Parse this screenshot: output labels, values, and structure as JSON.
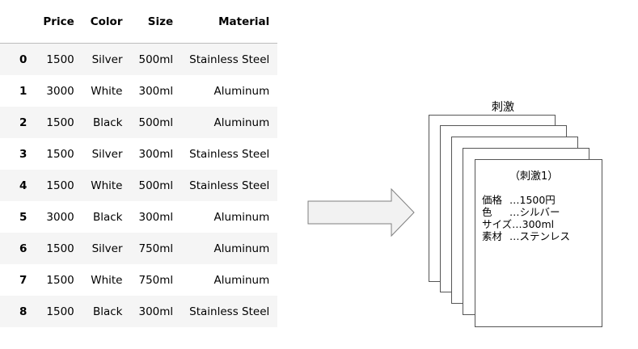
{
  "table": {
    "columns": [
      "",
      "Price",
      "Color",
      "Size",
      "Material"
    ],
    "rows": [
      {
        "index": "0",
        "price": "1500",
        "color": "Silver",
        "size": "500ml",
        "material": "Stainless Steel"
      },
      {
        "index": "1",
        "price": "3000",
        "color": "White",
        "size": "300ml",
        "material": "Aluminum"
      },
      {
        "index": "2",
        "price": "1500",
        "color": "Black",
        "size": "500ml",
        "material": "Aluminum"
      },
      {
        "index": "3",
        "price": "1500",
        "color": "Silver",
        "size": "300ml",
        "material": "Stainless Steel"
      },
      {
        "index": "4",
        "price": "1500",
        "color": "White",
        "size": "500ml",
        "material": "Stainless Steel"
      },
      {
        "index": "5",
        "price": "3000",
        "color": "Black",
        "size": "300ml",
        "material": "Aluminum"
      },
      {
        "index": "6",
        "price": "1500",
        "color": "Silver",
        "size": "750ml",
        "material": "Aluminum"
      },
      {
        "index": "7",
        "price": "1500",
        "color": "White",
        "size": "750ml",
        "material": "Aluminum"
      },
      {
        "index": "8",
        "price": "1500",
        "color": "Black",
        "size": "300ml",
        "material": "Stainless Steel"
      }
    ]
  },
  "stimulus": {
    "stack_title": "刺激",
    "card_title": "（刺激1）",
    "attributes": [
      {
        "label": "価格",
        "value": "…1500円"
      },
      {
        "label": "色",
        "value": "…シルバー"
      },
      {
        "label": "サイズ",
        "value": "…300ml"
      },
      {
        "label": "素材",
        "value": "…ステンレス"
      }
    ]
  },
  "colors": {
    "row_stripe": "#f5f5f5",
    "arrow_fill": "#f2f2f2",
    "border": "#555555"
  }
}
